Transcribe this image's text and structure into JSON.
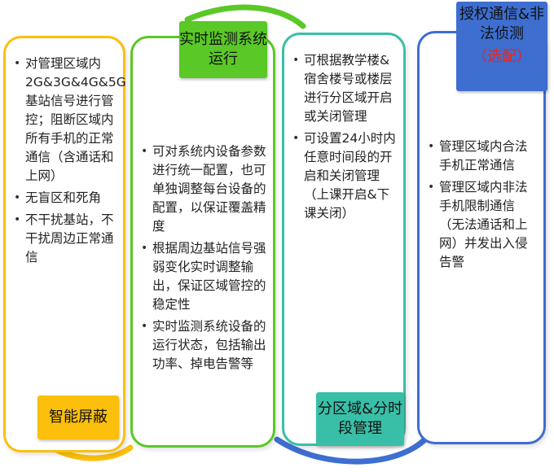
{
  "stages": [
    {
      "id": "shield",
      "title": "智能屏蔽",
      "items": [
        "对管理区域内2G&3G&4G&5G基站信号进行管控；阻断区域内所有手机的正常通信（含通话和上网）",
        "无盲区和死角",
        "不干扰基站，不干扰周边正常通信"
      ]
    },
    {
      "id": "monitor",
      "title": "实时监测系统运行",
      "items": [
        "可对系统内设备参数进行统一配置，也可单独调整每台设备的配置，以保证覆盖精度",
        "根据周边基站信号强弱变化实时调整输出，保证区域管控的稳定性",
        "实时监测系统设备的运行状态，包括输出功率、掉电告警等"
      ]
    },
    {
      "id": "zone",
      "title": "分区域&分时段管理",
      "items": [
        "可根据教学楼&宿舍楼号或楼层进行分区域开启或关闭管理",
        "可设置24小时内任意时间段的开启和关闭管理（上课开启&下课关闭）"
      ]
    },
    {
      "id": "auth",
      "title": "授权通信&非法侦测",
      "note": "（选配）",
      "items": [
        "管理区域内合法手机正常通信",
        "管理区域内非法手机限制通信（无法通话和上网）并发出入侵告警"
      ]
    }
  ],
  "colors": {
    "yellow": "#fbbf0c",
    "green": "#5ac826",
    "teal": "#39bfa8",
    "blue": "#3d6ed0",
    "red": "#e8251e"
  }
}
